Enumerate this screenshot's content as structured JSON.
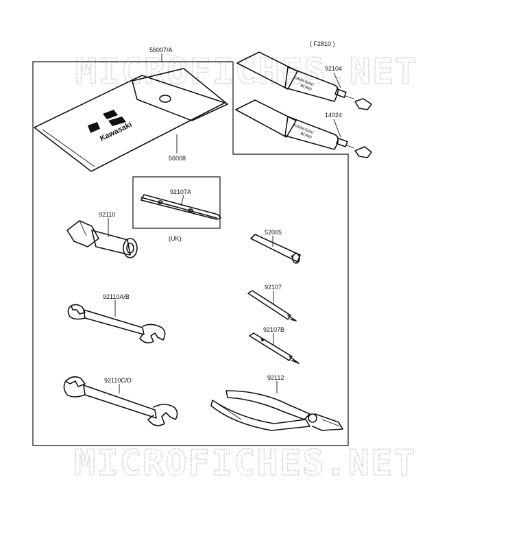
{
  "figure_code": "( F2810 )",
  "watermark": "MICROFICHES.NET",
  "brand_logo_text": "Kawasaki",
  "tube_text": [
    "KAWASAKI",
    "BOND"
  ],
  "parts": {
    "bag_set": "56007/A",
    "tool_bag": "56008",
    "bond_tube_upper": "92104",
    "bond_tube_lower": "14024",
    "screwdriver_uk": "92107A",
    "uk_label": "(UK)",
    "spark_plug_wrench": "92110",
    "handle_bar": "52005",
    "screwdriver_tip": "92107",
    "screwdriver_tip_b": "92107B",
    "wrench_ab": "92110A/B",
    "wrench_cd": "92110C/D",
    "pliers": "92112"
  }
}
